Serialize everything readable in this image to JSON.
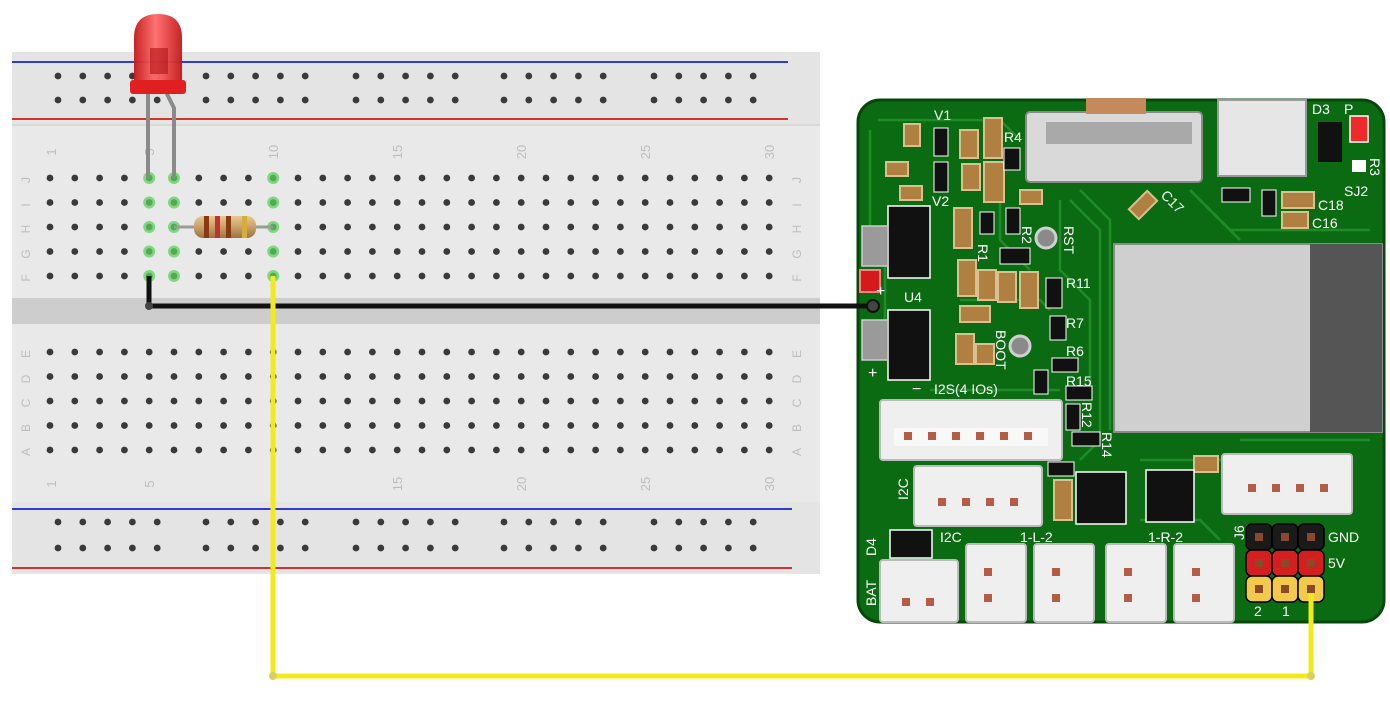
{
  "breadboard": {
    "column_numbers": [
      "1",
      "5",
      "10",
      "15",
      "20",
      "25",
      "30"
    ],
    "row_letters_top": [
      "J",
      "I",
      "H",
      "G",
      "F"
    ],
    "row_letters_bottom": [
      "E",
      "D",
      "C",
      "B",
      "A"
    ]
  },
  "board": {
    "labels": {
      "v1": "V1",
      "v2": "V2",
      "r4": "R4",
      "r1": "R1",
      "r2": "R2",
      "rst": "RST",
      "c17": "C17",
      "d3": "D3",
      "p": "P",
      "r3": "R3",
      "sj2": "SJ2",
      "c18": "C18",
      "c16": "C16",
      "r11": "R11",
      "r7": "R7",
      "r6": "R6",
      "r15": "R15",
      "r12": "R12",
      "r14": "R14",
      "u4": "U4",
      "boot": "BOOT",
      "plus_top": "+",
      "plus_bottom": "+",
      "minus": "−",
      "i2s": "I2S(4 IOs)",
      "i2c_side": "I2C",
      "i2c_bottom": "I2C",
      "left_motor": "1-L-2",
      "right_motor": "1-R-2",
      "j6": "J6",
      "gnd": "GND",
      "five_v": "5V",
      "pin2": "2",
      "pin1": "1",
      "d4": "D4",
      "bat": "BAT"
    }
  },
  "colors": {
    "pcb": "#0b6b12",
    "trace": "#1f8c27",
    "wire_black": "#111111",
    "wire_yellow": "#f3ea1b",
    "led": "#ea2a2a",
    "header_black": "#1a1a1a",
    "header_red": "#d51f1f",
    "header_yellow": "#f2c94c",
    "rail_blue": "#2e3ccf",
    "rail_red": "#d83030"
  }
}
